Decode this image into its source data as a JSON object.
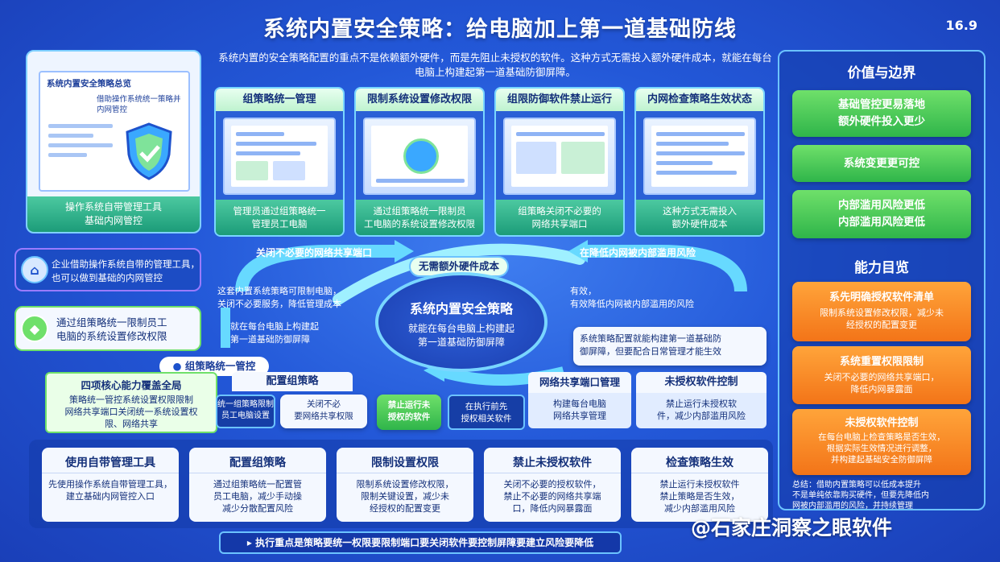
{
  "title": "系统内置安全策略：给电脑加上第一道基础防线",
  "page_number": "16.9",
  "intro": "系统内置的安全策略配置的重点不是依赖额外硬件，而是先阻止未授权的软件。这种方式无需投入额外硬件成本，就能在每台电脑上构建起第一道基础防御屏障。",
  "left_panel": {
    "doc_title": "系统内置安全策略总览",
    "doc_sub": "借助操作系统统一策略并内网管控",
    "caption": "操作系统自带管理工具\n基础内网管控"
  },
  "left_callouts": [
    {
      "text": "企业借助操作系统自带的管理工具，\n也可以做到基础的内网管控"
    },
    {
      "text": "通过组策略统一限制员工\n电脑的系统设置修改权限"
    }
  ],
  "screens": [
    {
      "header": "组策略统一管理",
      "footer": "管理员通过组策略统一\n管理员工电脑"
    },
    {
      "header": "限制系统设置修改权限",
      "footer": "通过组策略统一限制员\n工电脑的系统设置修改权限"
    },
    {
      "header": "组限防御软件禁止运行",
      "footer": "组策略关闭不必要的\n网络共享端口"
    },
    {
      "header": "内网检查策略生效状态",
      "footer": "这种方式无需投入\n额外硬件成本"
    }
  ],
  "cycle": {
    "center_title": "系统内置安全策略",
    "center_text": "就能在每台电脑上构建起\n第一道基础防御屏障",
    "top_badge": "无需额外硬件成本",
    "arrow_left": "关闭不必要的网络共享端口",
    "arrow_right": "在降低内网被内部滥用风险",
    "left_notes": [
      "这套内置系统策略可限制电脑，\n关闭不必要服务，降低管理成本",
      "就在每台电脑上构建起\n第一道基础防御屏障"
    ],
    "right_notes": [
      "有效，\n有效降低内网被内部滥用的风险"
    ],
    "right_box": "系统策略配置就能构建第一道基础防\n御屏障，但要配合日常管理才能生效"
  },
  "group_label": "组策略统一管控",
  "core_box": {
    "title": "四项核心能力覆盖全局",
    "text": "策略统一管控系统设置权限限制\n网络共享端口关闭统一系统设置权\n限、网络共享"
  },
  "mid_items": [
    {
      "header": "配置组策略",
      "cells": [
        "统一组策略限制\n员工电脑设置",
        "关闭不必\n要网络共享权限"
      ]
    },
    {
      "header": "",
      "cells": [
        "禁止运行未\n授权的软件",
        "在执行前先\n授权相关软件"
      ]
    },
    {
      "header": "网络共享端口管理",
      "cells": [
        "构建每台电脑\n网络共享管理"
      ]
    },
    {
      "header": "未授权软件控制",
      "cells": [
        "禁止运行未授权软\n件，减少内部滥用风险"
      ]
    }
  ],
  "bottom_steps": [
    {
      "title": "使用自带管理工具",
      "text": "先使用操作系统自带管理工具，\n建立基础内网管控入口"
    },
    {
      "title": "配置组策略",
      "text": "通过组策略统一配置管\n员工电脑，减少手动操\n减少分散配置风险"
    },
    {
      "title": "限制设置权限",
      "text": "限制系统设置修改权限，\n限制关键设置，减少未\n经授权的配置变更"
    },
    {
      "title": "禁止未授权软件",
      "text": "关闭不必要的授权软件，\n禁止不必要的网络共享端\n口，降低内网暴露面"
    },
    {
      "title": "检查策略生效",
      "text": "禁止运行未授权软件\n禁止策略是否生效，\n减少内部滥用风险"
    }
  ],
  "footer_banner": "执行重点是策略要统一权限要限制端口要关闭软件要控制屏障要建立风险要降低",
  "watermark": "@石家庄洞察之眼软件",
  "right_sidebar": {
    "value_title": "价值与边界",
    "value_items": [
      "基础管控更易落地\n额外硬件投入更少",
      "系统变更更可控",
      "内部滥用风险更低\n内部滥用风险更低"
    ],
    "ability_title": "能力目览",
    "ability_items": [
      {
        "title": "系先明确授权软件清单",
        "text": "限制系统设置修改权限，减少未\n经授权的配置变更"
      },
      {
        "title": "系统重置权限限制",
        "text": "关闭不必要的网络共享端口，\n降低内网暴露面"
      },
      {
        "title": "未授权软件控制",
        "text": "在每台电脑上检查策略是否生效，\n根据实际生效情况进行调整，\n并构建起基础安全防御屏障"
      }
    ],
    "summary": "总结：借助内置策略可以低成本提升\n不是单纯依靠购买硬件，但要先降低内\n网被内部滥用的风险，并持续管理"
  }
}
